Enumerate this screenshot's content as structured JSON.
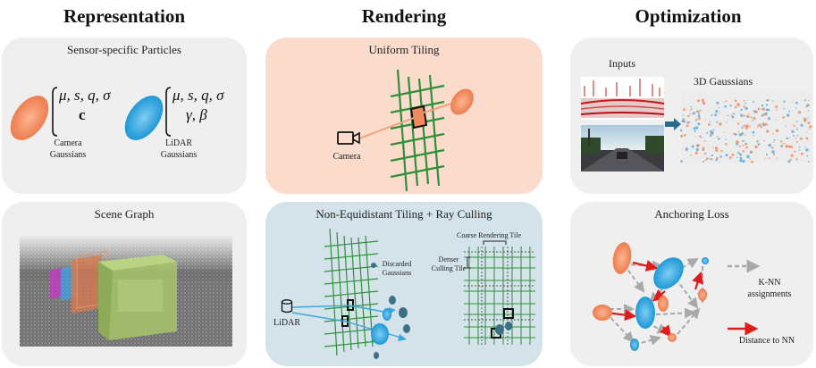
{
  "headers": {
    "representation": "Representation",
    "rendering": "Rendering",
    "optimization": "Optimization"
  },
  "panels": {
    "particles": {
      "title": "Sensor-specific Particles",
      "camera_formula_line1": "μ, s, q, σ",
      "camera_formula_line2": "c",
      "camera_label_1": "Camera",
      "camera_label_2": "Gaussians",
      "lidar_formula_line1": "μ, s, q, σ",
      "lidar_formula_line2": "γ, β",
      "lidar_label_1": "LiDAR",
      "lidar_label_2": "Gaussians"
    },
    "scene_graph": {
      "title": "Scene Graph"
    },
    "uniform_tiling": {
      "title": "Uniform Tiling",
      "camera_label": "Camera"
    },
    "non_equidistant": {
      "title": "Non-Equidistant Tiling + Ray Culling",
      "lidar_label": "LiDAR",
      "discarded_1": "Discarded",
      "discarded_2": "Gaussians",
      "coarse_tile": "Coarse Rendering Tile",
      "denser_1": "Denser",
      "denser_2": "Culling Tile"
    },
    "inputs": {
      "title": "Inputs",
      "gaussians_label": "3D Gaussians"
    },
    "anchoring": {
      "title": "Anchoring Loss",
      "knn_1": "K-NN",
      "knn_2": "assignments",
      "dist": "Distance to NN"
    }
  },
  "colors": {
    "panel_gray": "#efefef",
    "panel_orange": "#fbdccc",
    "panel_blue": "#d4e3ea",
    "camera_orange": "#f08a5d",
    "lidar_blue": "#3aa6dd",
    "grid_green": "#2f8f3a",
    "arrow_red": "#e01b1b"
  }
}
